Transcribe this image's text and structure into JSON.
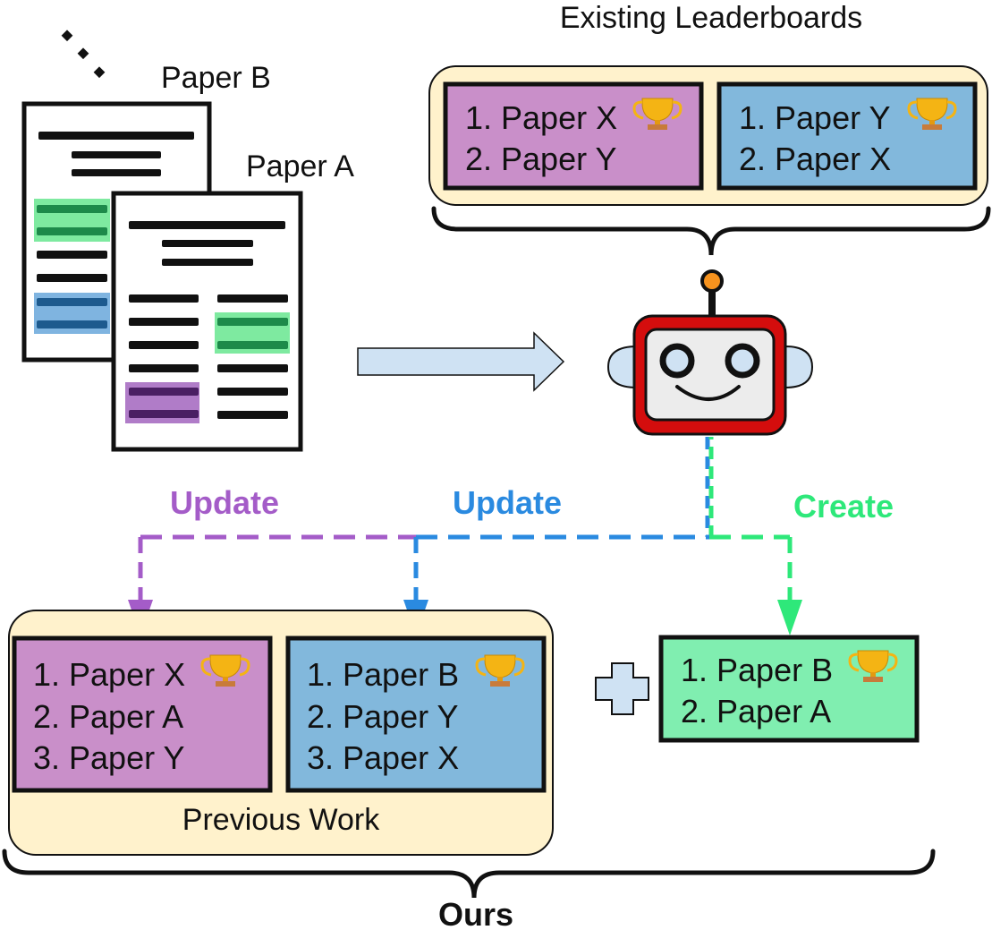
{
  "header": {
    "existing_title": "Existing Leaderboards"
  },
  "papers": {
    "paper_b_label": "Paper B",
    "paper_a_label": "Paper A"
  },
  "existing_boards": [
    {
      "color": "#c98fc9",
      "entries": [
        "1. Paper X",
        "2. Paper Y"
      ]
    },
    {
      "color": "#82b8dc",
      "entries": [
        "1. Paper Y",
        "2. Paper X"
      ]
    }
  ],
  "actions": {
    "update_purple": {
      "label": "Update",
      "color": "#a45cc8"
    },
    "update_blue": {
      "label": "Update",
      "color": "#2a8ae0"
    },
    "create": {
      "label": "Create",
      "color": "#2ee87a"
    }
  },
  "previous_work": {
    "label": "Previous Work",
    "boards": [
      {
        "color": "#c98fc9",
        "entries": [
          "1. Paper X",
          "2. Paper A",
          "3. Paper Y"
        ]
      },
      {
        "color": "#82b8dc",
        "entries": [
          "1. Paper B",
          "2. Paper Y",
          "3. Paper X"
        ]
      }
    ]
  },
  "new_board": {
    "color": "#80eeb0",
    "entries": [
      "1. Paper B",
      "2. Paper A"
    ]
  },
  "ours_label": "Ours",
  "icons": {
    "trophy": "trophy-icon",
    "robot": "robot-icon",
    "plus": "plus-icon",
    "arrow": "arrow-right-icon"
  },
  "colors": {
    "cream": "#fff2cc",
    "highlight_green": "#7eeaa0",
    "highlight_blue": "#7fb4e0",
    "highlight_purple": "#b07cc8"
  }
}
